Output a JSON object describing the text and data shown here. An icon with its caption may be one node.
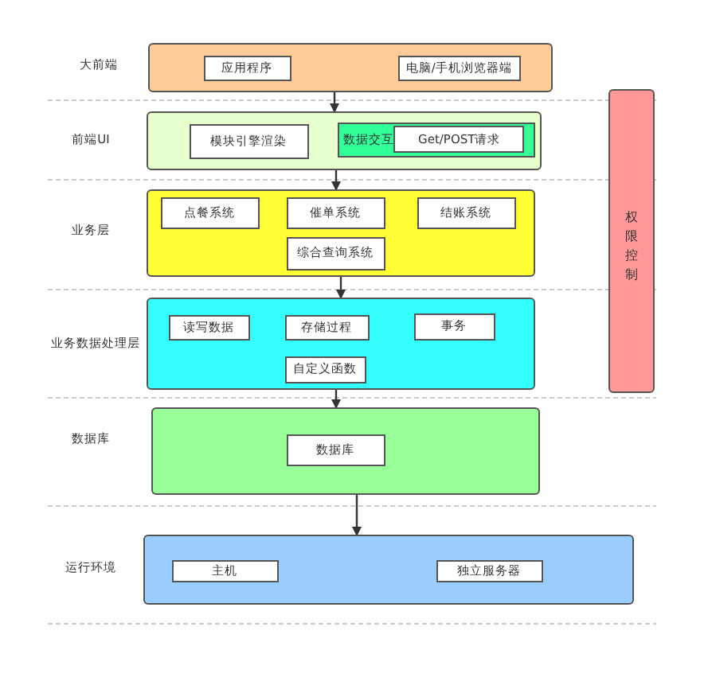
{
  "diagram": {
    "nodes": [
      {
        "text": [],
        "shape": "box"
      },
      {
        "text": [
          "应用程序"
        ],
        "in": 0
      },
      {
        "text": [
          "电脑/手机浏览器端"
        ],
        "in": 0
      },
      {
        "text": [],
        "shape": "box"
      },
      {
        "text": [
          "模块引擎渲染"
        ],
        "in": 3
      },
      {
        "text": [
          "数据交互"
        ],
        "in": 3
      },
      {
        "text": [
          "Get/POST请求"
        ],
        "in": 5
      },
      {
        "text": [],
        "shape": "box"
      },
      {
        "text": [
          "点餐系统"
        ],
        "in": 7
      },
      {
        "text": [
          "催单系统"
        ],
        "in": 7
      },
      {
        "text": [
          "结账系统"
        ],
        "in": 7
      },
      {
        "text": [
          "综合查询系统"
        ],
        "in": 7
      },
      {
        "text": [],
        "shape": "box"
      },
      {
        "text": [
          "读写数据"
        ],
        "in": 12
      },
      {
        "text": [
          "存储过程"
        ],
        "in": 12
      },
      {
        "text": [
          "事务"
        ],
        "in": 12
      },
      {
        "text": [
          "自定义函数"
        ],
        "in": 12
      },
      {
        "text": [],
        "shape": "box"
      },
      {
        "text": [
          "数据库"
        ],
        "in": 17
      },
      {
        "text": [],
        "shape": "box"
      },
      {
        "text": [
          "主机"
        ],
        "in": 19
      },
      {
        "text": [
          "独立服务器"
        ],
        "in": 19
      },
      {
        "text": [
          "权限控制"
        ]
      }
    ],
    "edges": [
      {
        "from": 0,
        "to": 3,
        "arrow": "to"
      },
      {
        "from": 3,
        "to": 7,
        "arrow": "to"
      },
      {
        "from": 7,
        "to": 12,
        "arrow": "to"
      },
      {
        "from": 12,
        "to": 17,
        "arrow": "to"
      },
      {
        "from": 17,
        "to": 19,
        "arrow": "to"
      }
    ],
    "labels": [
      "大前端",
      "前端UI",
      "业务层",
      "业务数据处理层",
      "数据库",
      "运行环境"
    ]
  }
}
